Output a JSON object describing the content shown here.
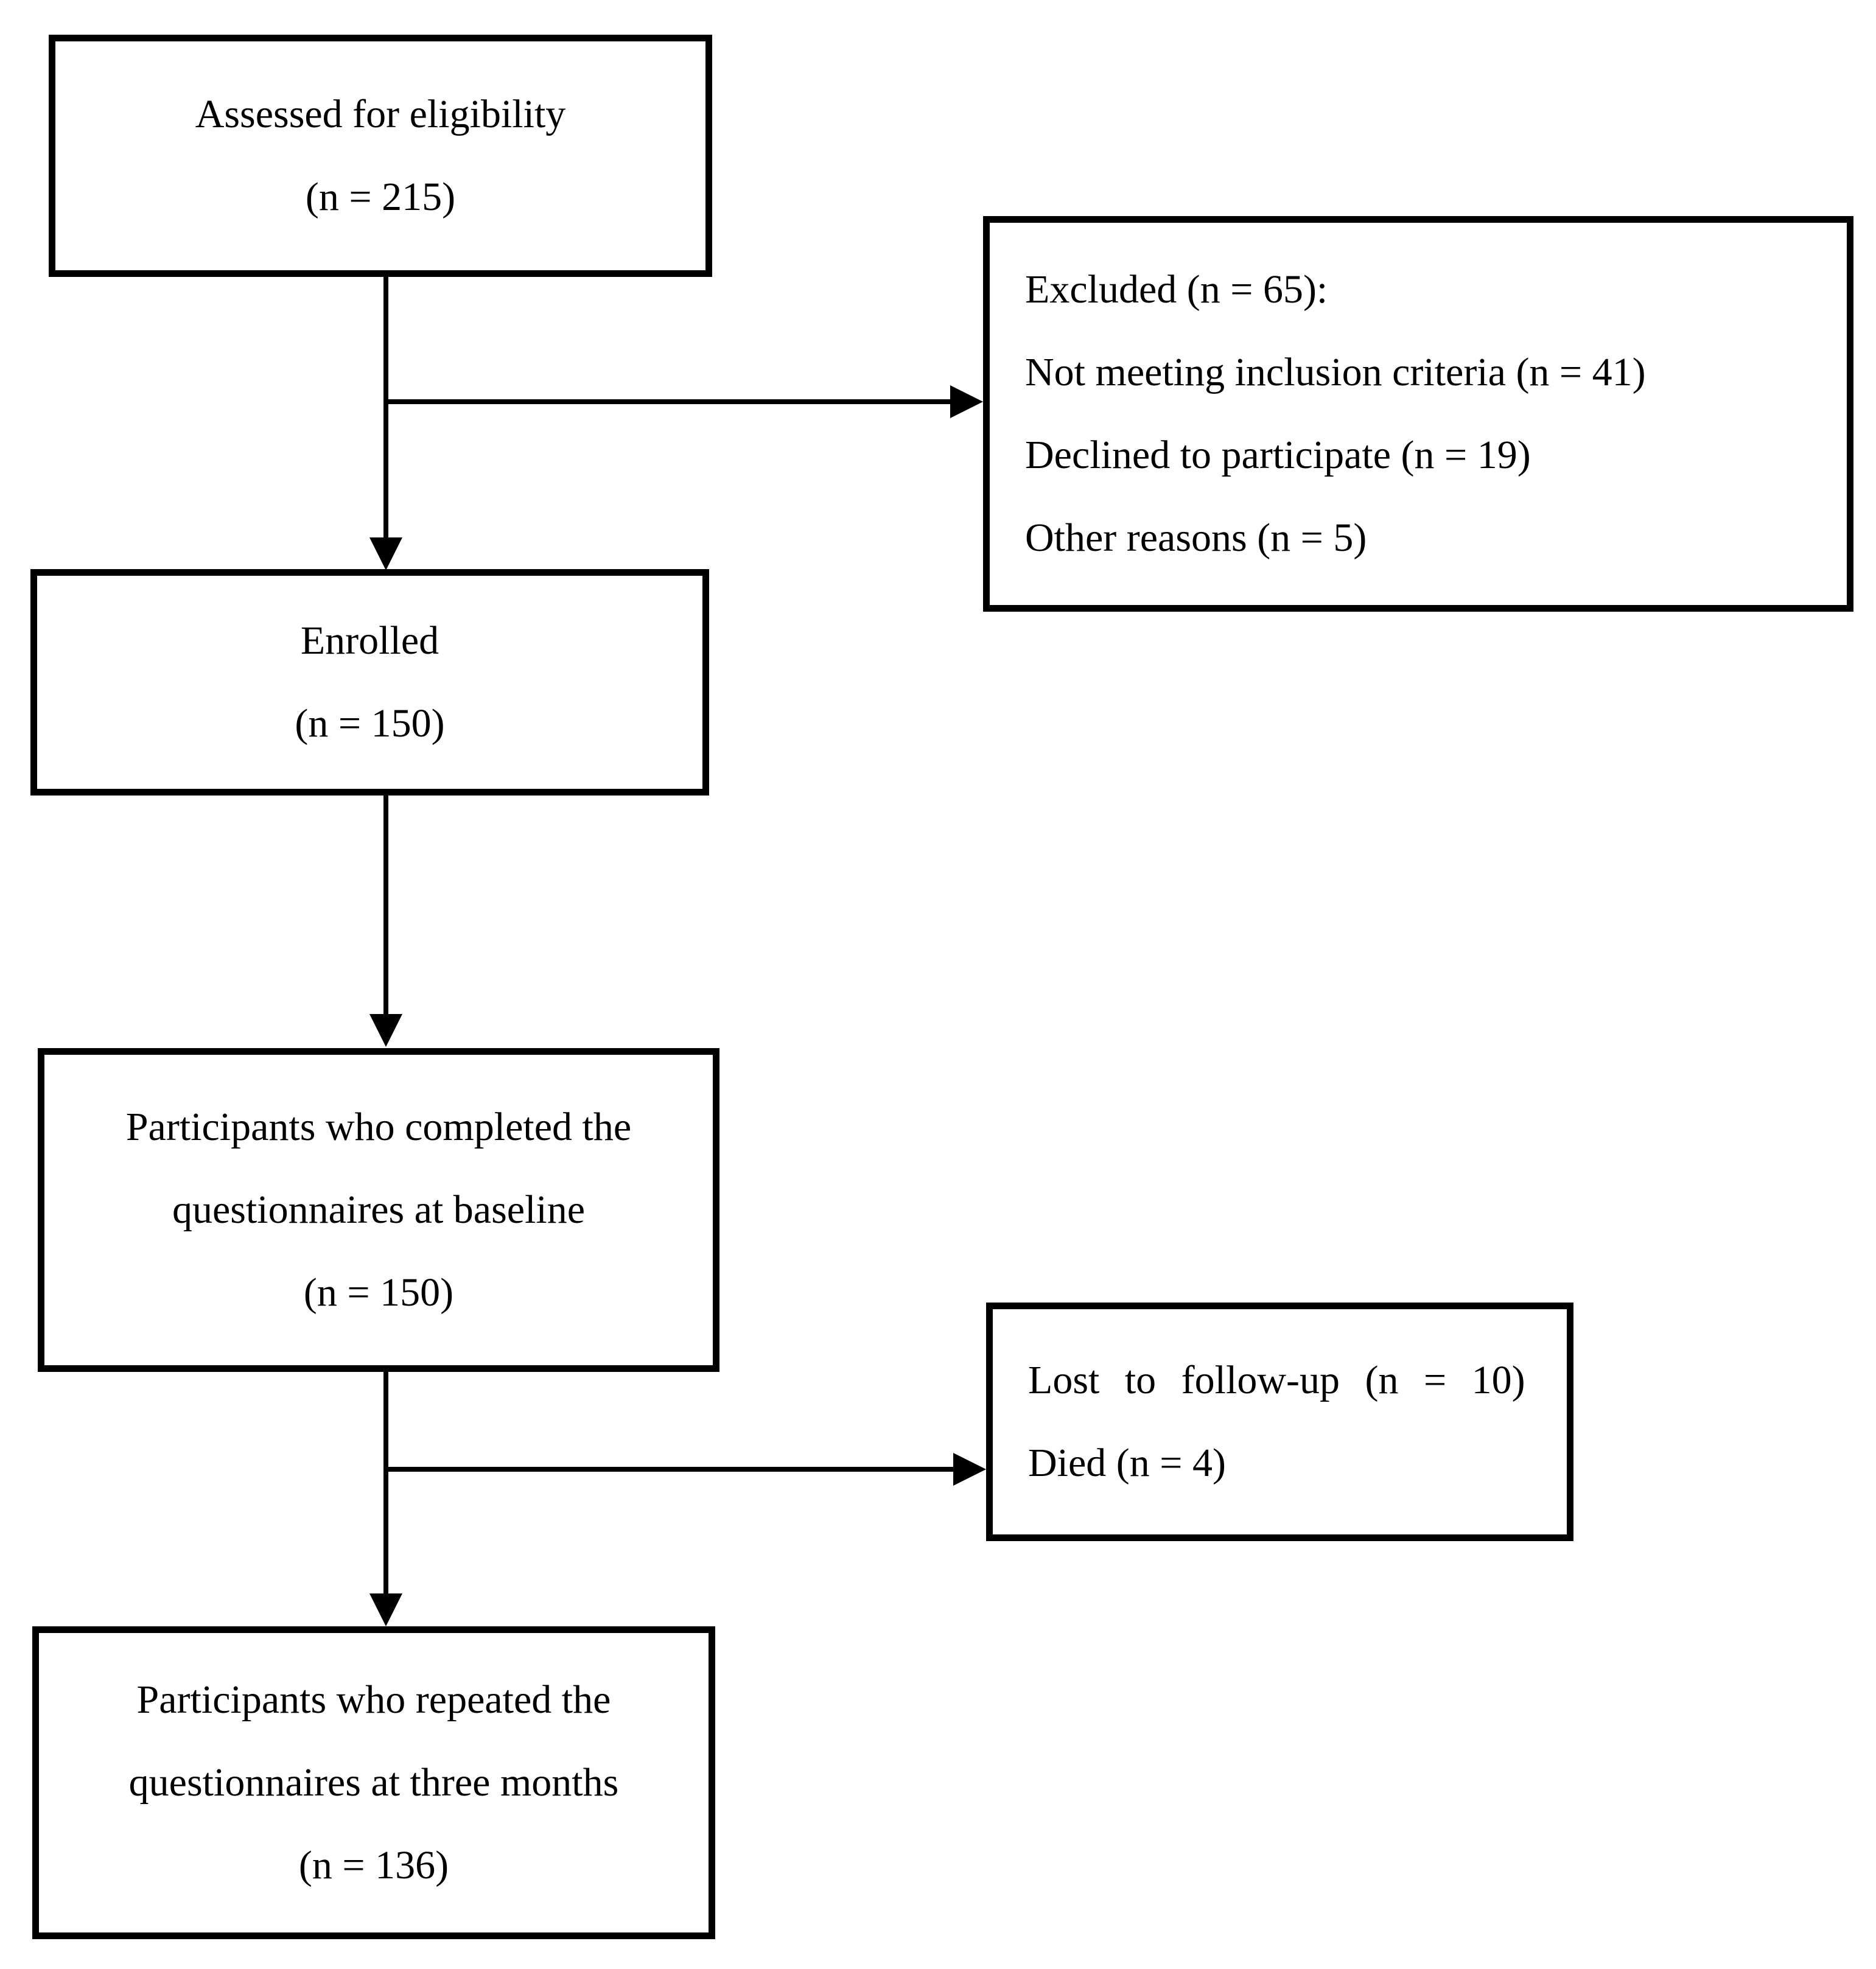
{
  "diagram": {
    "background_color": "#ffffff",
    "line_color": "#000000",
    "boxes": {
      "assessed": {
        "lines": [
          "Assessed for eligibility",
          "(n = 215)"
        ]
      },
      "excluded": {
        "lines": [
          "Excluded (n = 65):",
          "Not meeting inclusion criteria (n = 41)",
          "Declined to participate (n = 19)",
          "Other reasons (n = 5)"
        ]
      },
      "enrolled": {
        "lines": [
          "Enrolled",
          "(n = 150)"
        ]
      },
      "baseline": {
        "lines": [
          "Participants who completed the",
          "questionnaires at baseline",
          "(n = 150)"
        ]
      },
      "lost": {
        "lines": [
          "Lost to follow-up (n = 10)",
          "Died (n = 4)"
        ]
      },
      "three_months": {
        "lines": [
          "Participants who repeated the",
          "questionnaires at three months",
          "(n = 136)"
        ]
      }
    }
  }
}
